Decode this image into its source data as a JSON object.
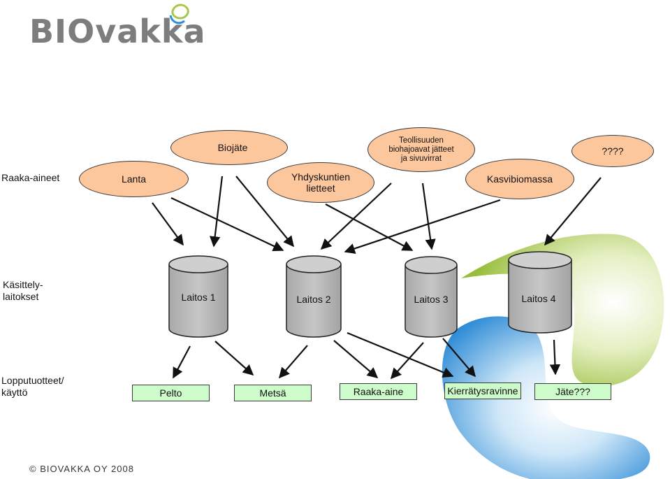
{
  "logo": {
    "text": "BIOvakka"
  },
  "row_labels": {
    "raw": "Raaka-aineet",
    "processing_1": "Käsittely-",
    "processing_2": "laitokset",
    "end_1": "Lopputuotteet/",
    "end_2": "käyttö"
  },
  "sources": {
    "biojate": "Biojäte",
    "teollisuus_1": "Teollisuuden",
    "teollisuus_2": "biohajoavat jätteet",
    "teollisuus_3": "ja sivuvirrat",
    "unknown": "????",
    "lanta": "Lanta",
    "yhdyskunta_1": "Yhdyskuntien",
    "yhdyskunta_2": "lietteet",
    "kasvibiomassa": "Kasvibiomassa"
  },
  "plants": [
    "Laitos 1",
    "Laitos 2",
    "Laitos 3",
    "Laitos 4"
  ],
  "products": [
    "Pelto",
    "Metsä",
    "Raaka-aine",
    "Kierrätysravinne",
    "Jäte???"
  ],
  "copyright": "© BIOVAKKA OY 2008",
  "colors": {
    "source_fill": "#fdc79e",
    "plant_fill": "#c0c0c0",
    "product_fill": "#cdfbc9",
    "logo_text": "#7d7d7d",
    "decor_green": "#a6c84a",
    "decor_blue": "#2f8fd6"
  }
}
